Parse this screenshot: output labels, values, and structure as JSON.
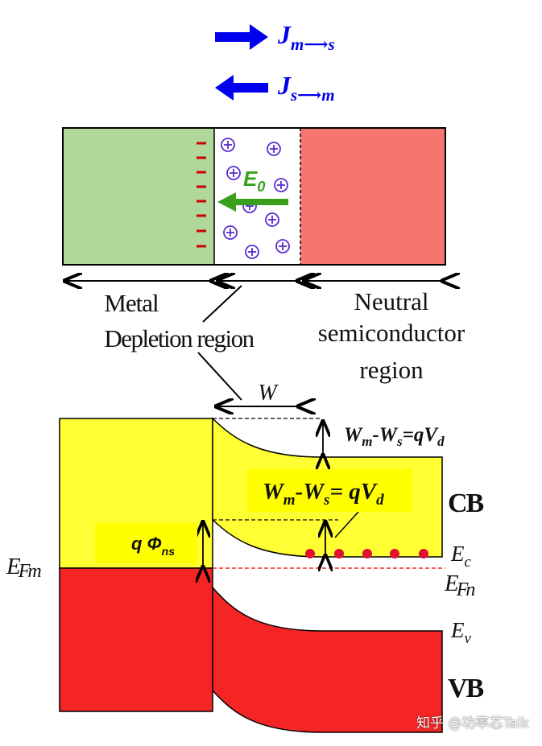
{
  "flux": {
    "m_to_s": {
      "main": "J",
      "sub": "m⟶s",
      "color": "#0000ee"
    },
    "s_to_m": {
      "main": "J",
      "sub": "s⟶m",
      "color": "#0000ee"
    }
  },
  "regions": {
    "metal": "Metal",
    "depletion": "Depletion region",
    "neutral_line1": "Neutral",
    "neutral_line2": "semiconductor",
    "neutral_line3": "region",
    "metal_color": "#b0d89a",
    "semiconductor_color": "#f77570",
    "field_label": "E",
    "field_sub": "0",
    "field_color": "#3aa01c",
    "charge_color": "#5a2ed0",
    "negative_color": "#cc0000"
  },
  "band": {
    "width_label": "W",
    "top_right_eq": "W_m-W_s=qV_d",
    "highlight_eq": "W_m-W_s= qV_d",
    "barrier": "qΦ_ns",
    "cb": "CB",
    "vb": "VB",
    "ec": "E_c",
    "ev": "E_v",
    "efm_left": "E_Fm",
    "efm_right": "E_Fn",
    "yellow": "#ffff33",
    "red": "#f52525"
  },
  "watermark": "知乎 @功率芯Talk"
}
